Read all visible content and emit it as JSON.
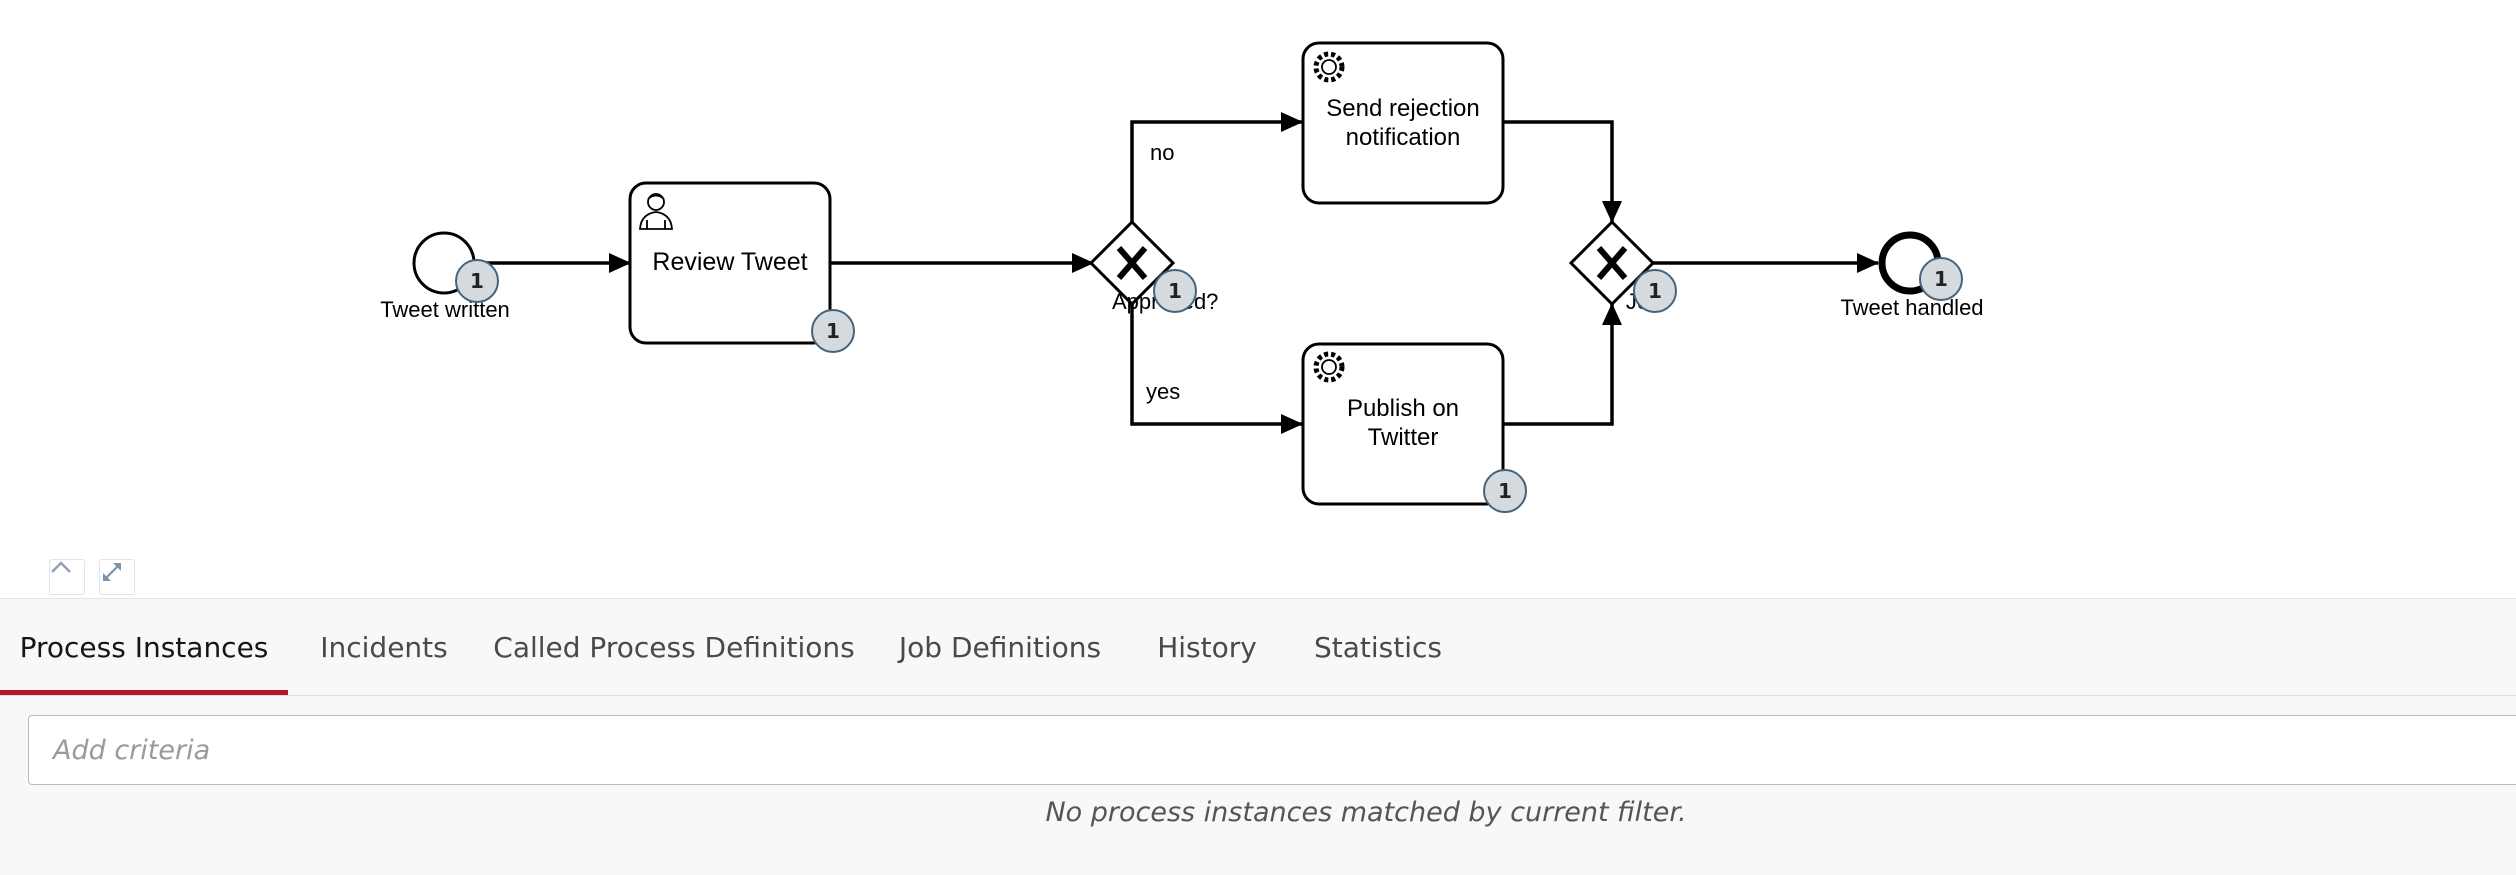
{
  "diagram": {
    "start_event": "Tweet written",
    "review_task": "Review Tweet",
    "gateway_split": "Approved?",
    "flow_no": "no",
    "flow_yes": "yes",
    "reject_task_line1": "Send rejection",
    "reject_task_line2": "notification",
    "publish_task_line1": "Publish on",
    "publish_task_line2": "Twitter",
    "gateway_join": "Join",
    "end_event": "Tweet handled",
    "badge_start": "1",
    "badge_review": "1",
    "badge_split": "1",
    "badge_publish": "1",
    "badge_join": "1",
    "badge_end": "1"
  },
  "controls": {
    "collapse_icon": "chevron-up-icon",
    "fullscreen_icon": "expand-icon"
  },
  "tabs": [
    {
      "label": "Process Instances",
      "active": true
    },
    {
      "label": "Incidents",
      "active": false
    },
    {
      "label": "Called Process Definitions",
      "active": false
    },
    {
      "label": "Job Definitions",
      "active": false
    },
    {
      "label": "History",
      "active": false
    },
    {
      "label": "Statistics",
      "active": false
    }
  ],
  "search": {
    "placeholder": "Add criteria"
  },
  "empty_message": "No process instances matched by current filter.",
  "colors": {
    "accent": "#b5152b",
    "badge_fill": "#d5dadf",
    "badge_stroke": "#46637a"
  }
}
